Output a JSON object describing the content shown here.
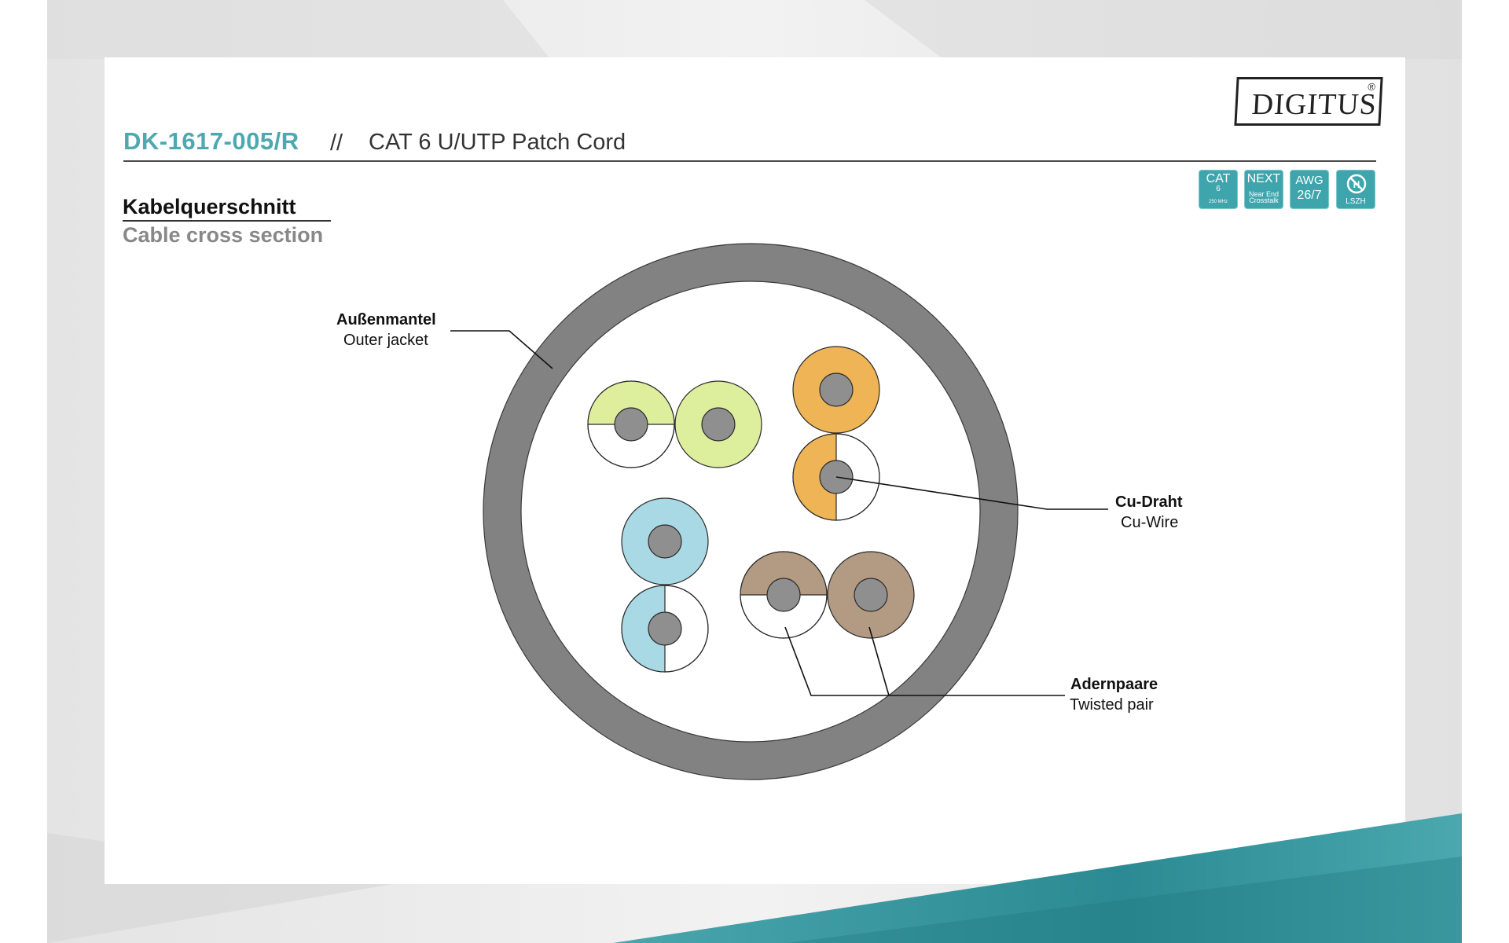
{
  "header": {
    "model": "DK-1617-005/R",
    "separator": "//",
    "product": "CAT 6 U/UTP Patch Cord"
  },
  "logo": {
    "brand": "DIGITUS",
    "registered": "®"
  },
  "badges": [
    {
      "line1": "CAT",
      "line2": "6",
      "line3": "250 MHz"
    },
    {
      "line1": "NEXT",
      "line2": "Near End",
      "line3": "Crosstalk"
    },
    {
      "line1": "AWG",
      "line2": "26/7"
    },
    {
      "icon": "lszh-no-halogen-icon",
      "line2": "LSZH"
    }
  ],
  "section": {
    "title_de": "Kabelquerschnitt",
    "title_en": "Cable cross section"
  },
  "callouts": {
    "outer_jacket": {
      "de": "Außenmantel",
      "en": "Outer jacket"
    },
    "cu_wire": {
      "de": "Cu-Draht",
      "en": "Cu-Wire"
    },
    "twisted_pair": {
      "de": "Adernpaare",
      "en": "Twisted pair"
    }
  },
  "colors": {
    "accent": "#4da8b0",
    "jacket": "#828282",
    "conductor": "#8f8f8f",
    "pair_green": "#ddef9d",
    "pair_orange": "#eeb455",
    "pair_blue": "#a9d9e5",
    "pair_brown": "#b39a82",
    "banner_teal": "#2e8f97"
  }
}
